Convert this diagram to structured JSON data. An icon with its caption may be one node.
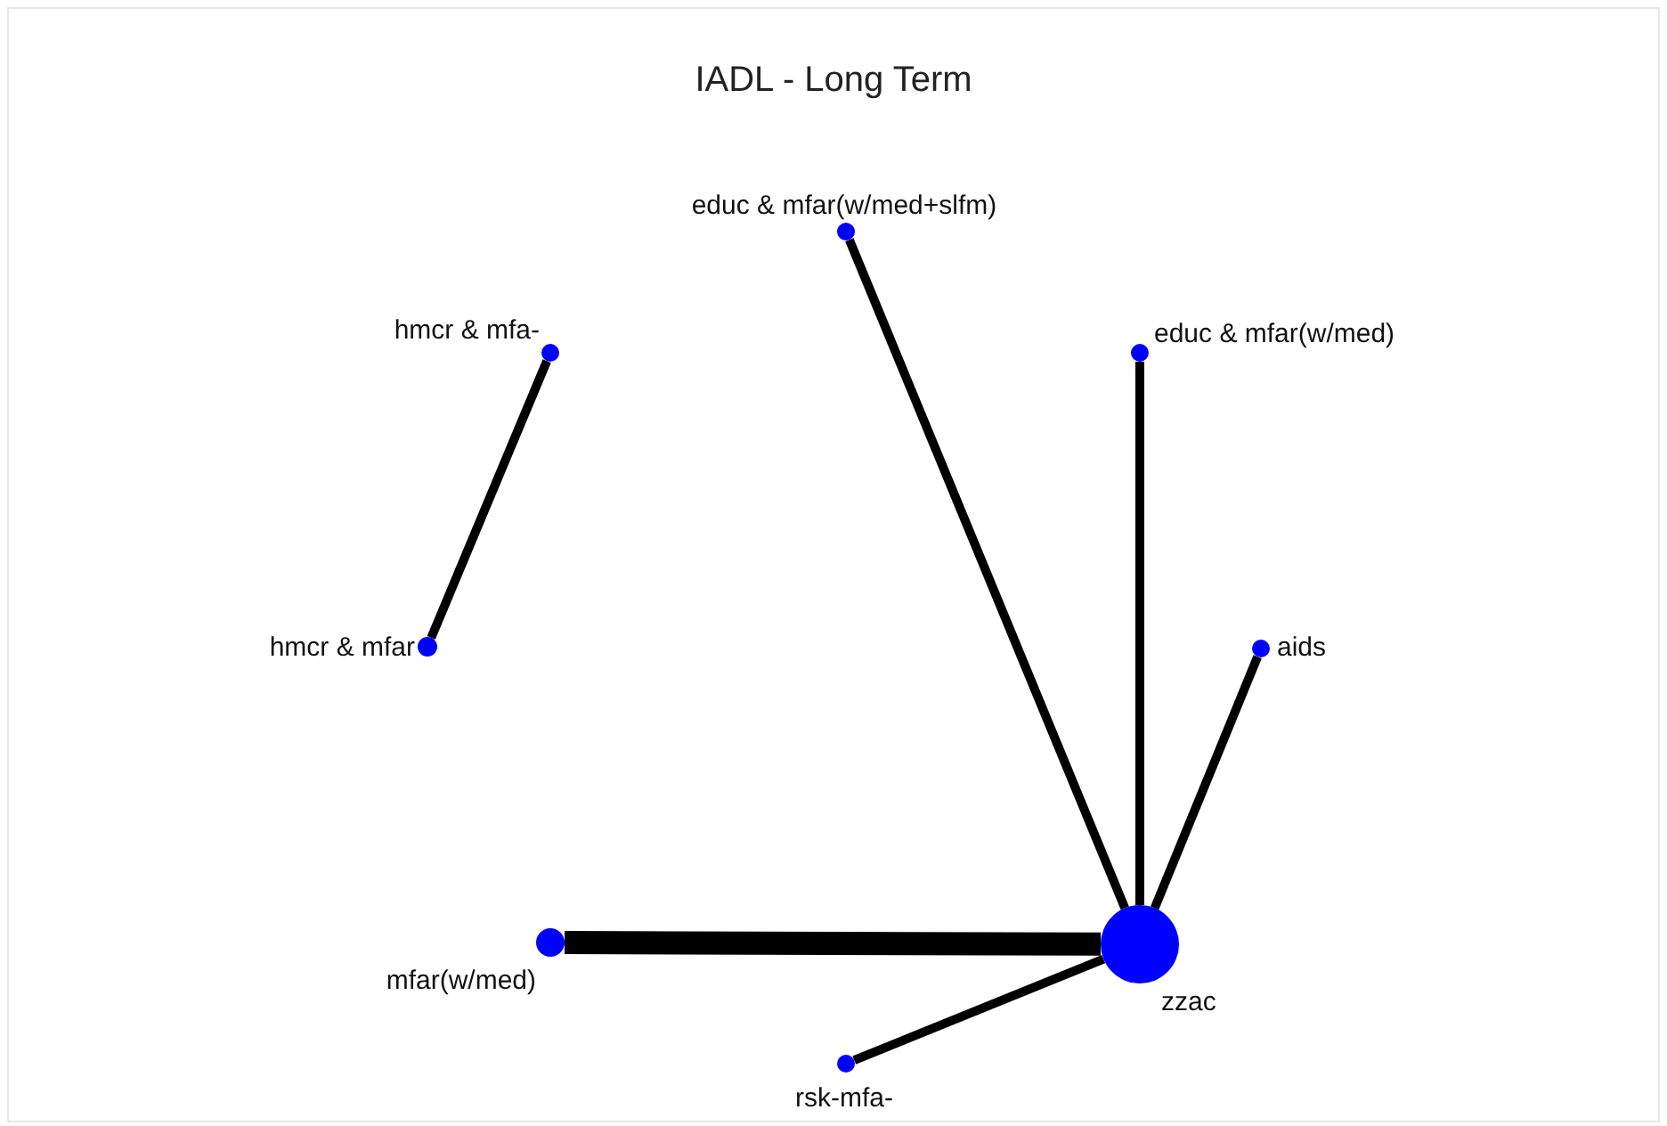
{
  "diagram": {
    "title": "IADL - Long Term",
    "nodes": [
      {
        "text": [],
        "shape": "circle",
        "beside": [
          "educ & mfar(w/med+slfm)"
        ]
      },
      {
        "text": [],
        "shape": "circle",
        "beside": [
          "hmcr & mfa-"
        ]
      },
      {
        "text": [],
        "shape": "circle",
        "beside": [
          "educ & mfar(w/med)"
        ]
      },
      {
        "text": [],
        "shape": "circle",
        "beside": [
          "hmcr & mfar"
        ]
      },
      {
        "text": [],
        "shape": "circle",
        "beside": [
          "aids"
        ]
      },
      {
        "text": [],
        "shape": "circle",
        "beside": [
          "mfar(w/med)"
        ]
      },
      {
        "text": [],
        "shape": "circle",
        "beside": [
          "zzac"
        ]
      },
      {
        "text": [],
        "shape": "circle",
        "beside": [
          "rsk-mfa-"
        ]
      }
    ],
    "edges": [
      {
        "from": 1,
        "to": 3,
        "arrow": "none"
      },
      {
        "from": 0,
        "to": 6,
        "arrow": "none"
      },
      {
        "from": 2,
        "to": 6,
        "arrow": "none"
      },
      {
        "from": 4,
        "to": 6,
        "arrow": "none"
      },
      {
        "from": 5,
        "to": 6,
        "arrow": "none",
        "style": "thick"
      },
      {
        "from": 7,
        "to": 6,
        "arrow": "none"
      }
    ]
  }
}
